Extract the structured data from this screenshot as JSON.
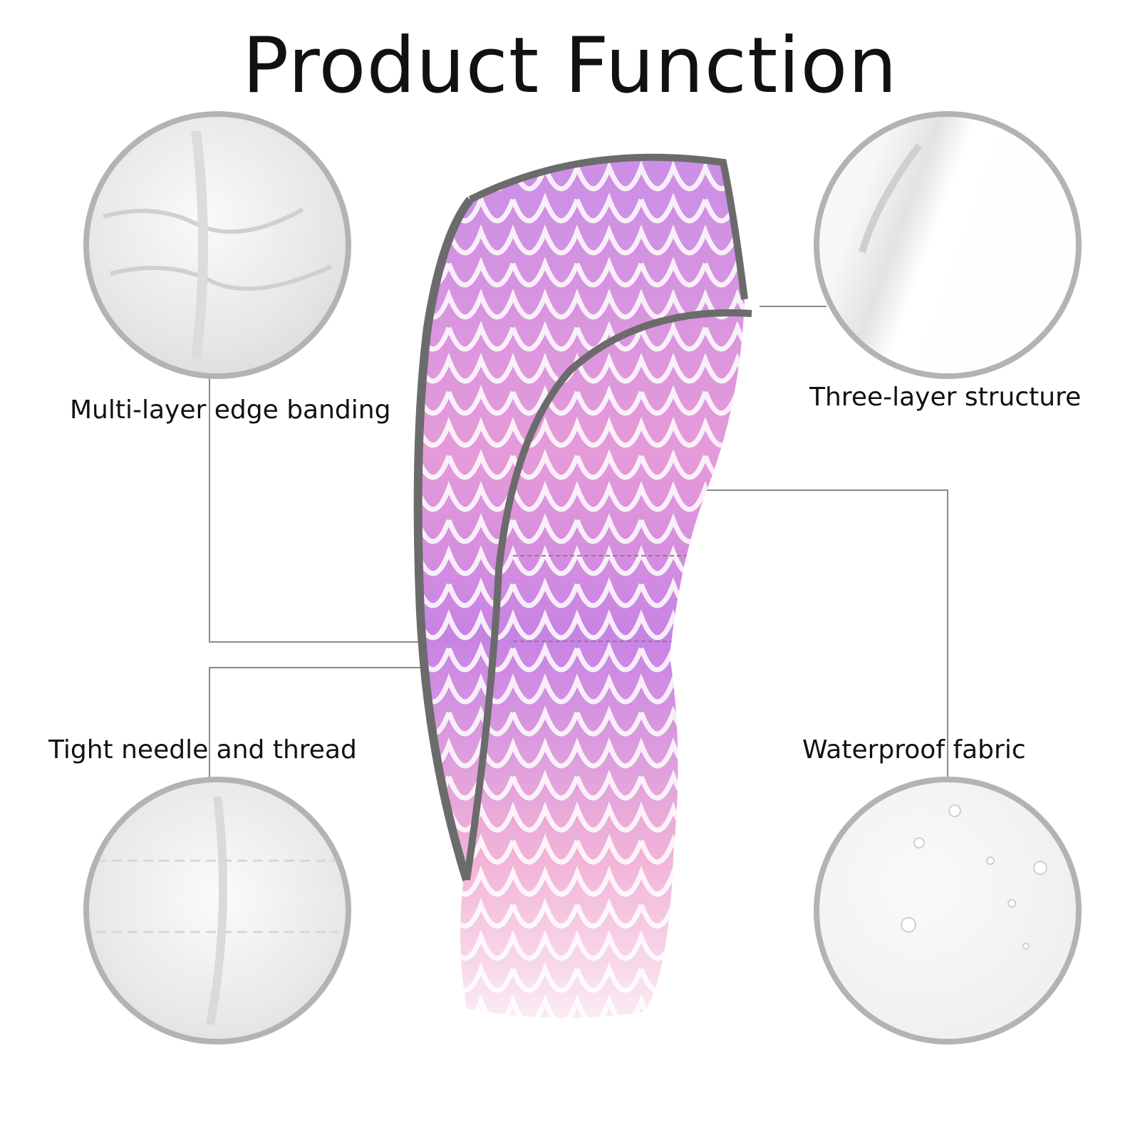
{
  "title": "Product Function",
  "features": [
    {
      "label": "Multi-layer edge banding"
    },
    {
      "label": "Three-layer structure"
    },
    {
      "label": "Tight needle and thread"
    },
    {
      "label": "Waterproof fabric"
    }
  ],
  "colors": {
    "trim": "#6b6b6b",
    "pink": "#f3a9d6",
    "purple": "#b77be0",
    "circle_border": "#b3b3b3"
  }
}
